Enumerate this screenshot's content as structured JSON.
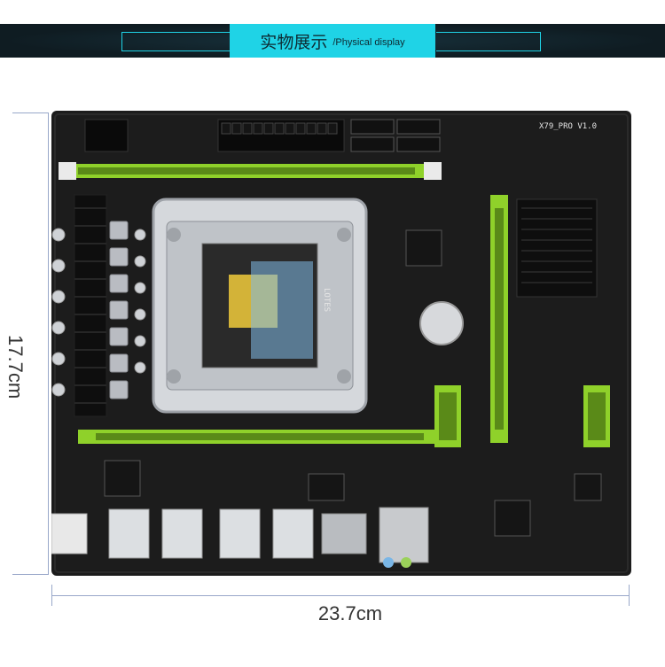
{
  "banner": {
    "title_cn": "实物展示",
    "title_en": "/Physical display"
  },
  "board": {
    "model_silk": "X79_PRO V1.0",
    "cpu_sticker": "LOTES"
  },
  "dimensions": {
    "width_label": "23.7cm",
    "height_label": "17.7cm"
  },
  "colors": {
    "banner_bg": "#0f1c22",
    "accent": "#1fd3e6",
    "pcb": "#1c1c1c",
    "slot_green": "#8fd12a"
  }
}
